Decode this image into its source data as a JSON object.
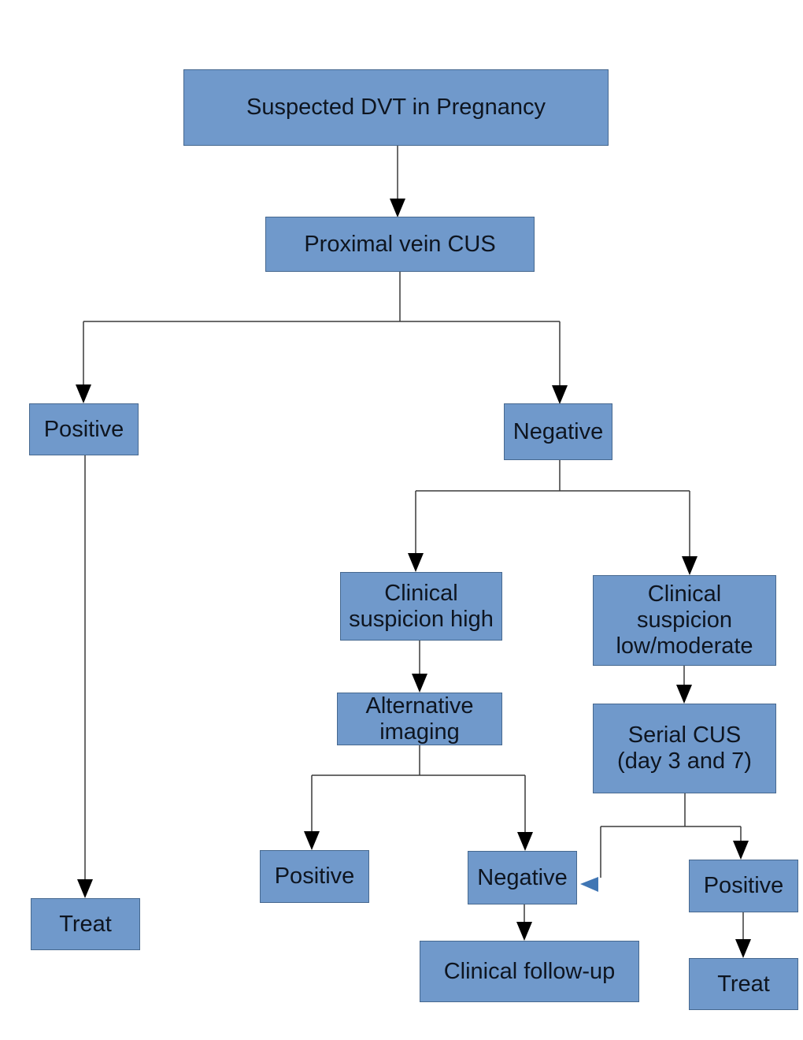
{
  "diagram_title": "Suspected DVT in Pregnancy",
  "colors": {
    "node_fill": "#7099cb",
    "node_border": "#46688f",
    "connector": "#3a3a3a",
    "arrow": "#000000",
    "loop_arrow": "#4076b4",
    "background": "#ffffff",
    "text": "#0e1520"
  },
  "nodes": {
    "suspected": {
      "label": "Suspected DVT in Pregnancy"
    },
    "proximal": {
      "label": "Proximal vein CUS"
    },
    "cus_positive": {
      "label": "Positive"
    },
    "cus_negative": {
      "label": "Negative"
    },
    "suspicion_high": {
      "label": "Clinical\nsuspicion high"
    },
    "suspicion_low": {
      "label": "Clinical\nsuspicion\nlow/moderate"
    },
    "alt_imaging": {
      "label": "Alternative\nimaging"
    },
    "serial_cus": {
      "label": "Serial CUS\n(day 3 and 7)"
    },
    "imaging_positive": {
      "label": "Positive"
    },
    "imaging_negative": {
      "label": "Negative"
    },
    "follow_up": {
      "label": "Clinical follow-up"
    },
    "serial_positive": {
      "label": "Positive"
    },
    "treat_left": {
      "label": "Treat"
    },
    "treat_right": {
      "label": "Treat"
    }
  }
}
